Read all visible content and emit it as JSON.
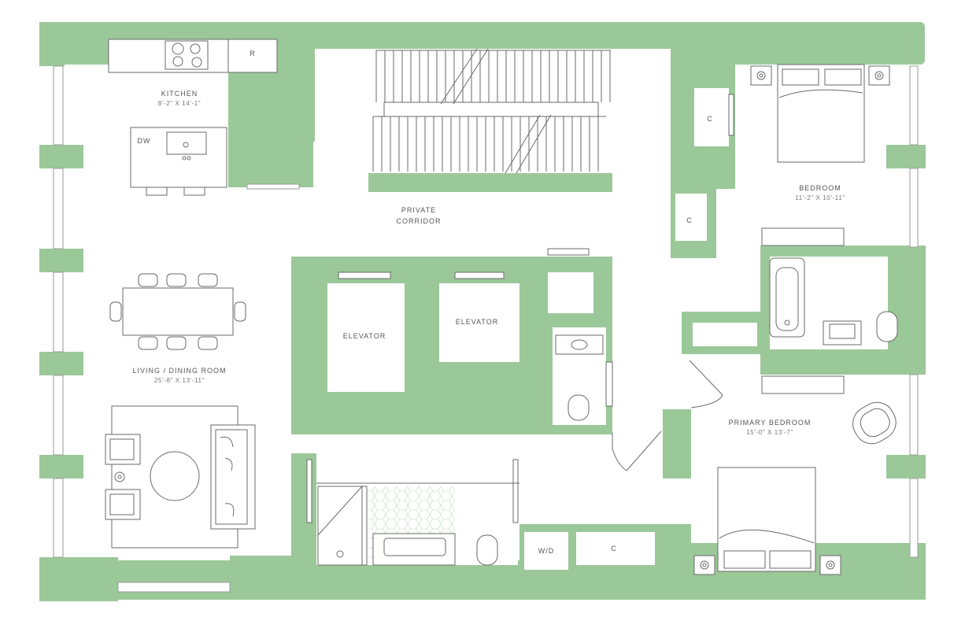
{
  "colors": {
    "wall": "#9bc898",
    "background": "#ffffff",
    "fixture_stroke": "#6a6a6a",
    "label_text": "#555555",
    "tile_pattern": "#cfe6cc"
  },
  "rooms": {
    "kitchen": {
      "name": "KITCHEN",
      "dims": "8'-2\" X 14'-1\""
    },
    "living": {
      "name": "LIVING / DINING ROOM",
      "dims": "25'-8\" X 13'-11\""
    },
    "corridor": {
      "line1": "PRIVATE",
      "line2": "CORRIDOR"
    },
    "elevator_1": {
      "name": "ELEVATOR"
    },
    "elevator_2": {
      "name": "ELEVATOR"
    },
    "bedroom": {
      "name": "BEDROOM",
      "dims": "11'-2\" X 10'-11\""
    },
    "primary_bedroom": {
      "name": "PRIMARY BEDROOM",
      "dims": "15'-0\" X 13'-7\""
    }
  },
  "fixture_labels": {
    "refrigerator": "R",
    "dishwasher": "DW",
    "washer_dryer": "W/D",
    "closet_bedroom": "C",
    "closet_corridor": "C",
    "closet_laundry": "C"
  }
}
